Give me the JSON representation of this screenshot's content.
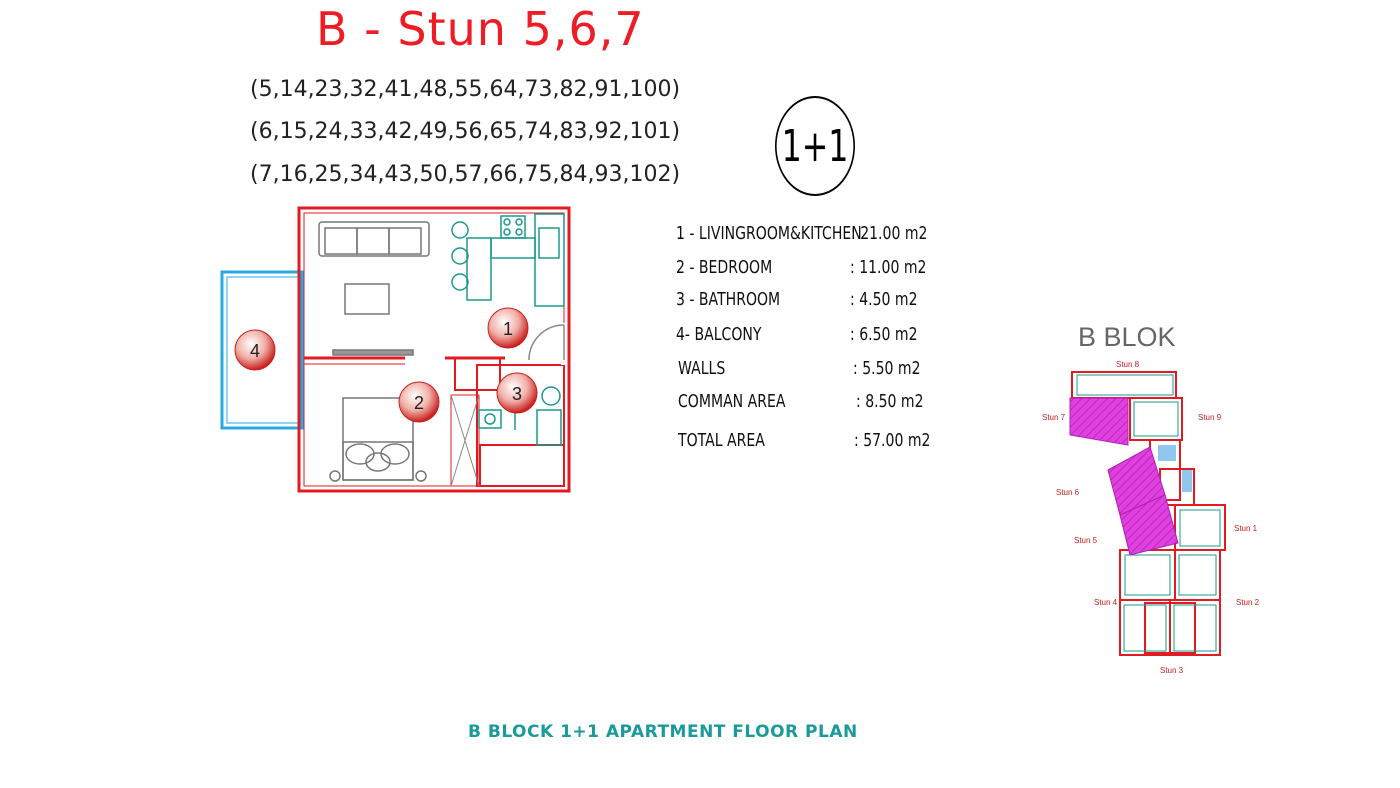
{
  "title": "B - Stun 5,6,7",
  "unit_numbers": [
    "(5,14,23,32,41,48,55,64,73,82,91,100)",
    "(6,15,24,33,42,49,56,65,74,83,92,101)",
    "(7,16,25,34,43,50,57,66,75,84,93,102)"
  ],
  "apartment_type": "1+1",
  "areas": [
    {
      "label": "1 - LIVINGROOM&KITCHEN",
      "value": ": 21.00 m2"
    },
    {
      "label": "2 - BEDROOM",
      "value": ": 11.00 m2"
    },
    {
      "label": "3 - BATHROOM",
      "value": ":  4.50 m2"
    },
    {
      "label": "4- BALCONY",
      "value": ": 6.50 m2"
    },
    {
      "label": "WALLS",
      "value": ":   5.50 m2"
    },
    {
      "label": "COMMAN AREA",
      "value": ": 8.50 m2"
    },
    {
      "label": "TOTAL AREA",
      "value": ": 57.00 m2"
    }
  ],
  "room_markers": [
    "1",
    "2",
    "3",
    "4"
  ],
  "block_label": "B BLOK",
  "stun_labels": [
    "Stun 8",
    "Stun 7",
    "Stun 9",
    "Stun 6",
    "Stun 1",
    "Stun 5",
    "Stun 4",
    "Stun 2",
    "Stun 3"
  ],
  "footer": "B BLOCK 1+1 APARTMENT FLOOR PLAN",
  "colors": {
    "title": "#ee1c24",
    "wall": "#e21b22",
    "fixture": "#1a9a8c",
    "balcony": "#2aa9e0",
    "marker": "#c8201e",
    "highlight": "#e040e0",
    "footer": "#1a9a9a"
  }
}
